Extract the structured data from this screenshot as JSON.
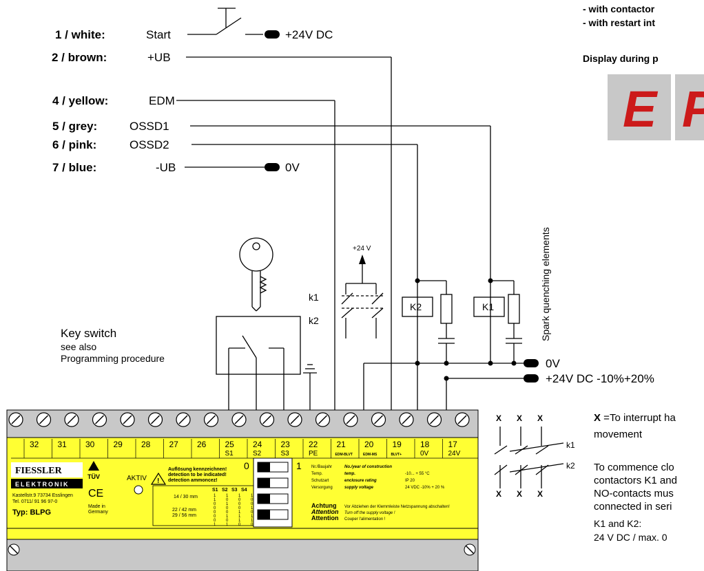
{
  "wires": [
    {
      "num": "1 / white",
      "sep": ":",
      "signal": "Start"
    },
    {
      "num": "2 / brown",
      "sep": ":",
      "signal": "+UB"
    },
    {
      "num": "4 / yellow",
      "sep": ":",
      "signal": "EDM"
    },
    {
      "num": "5 / grey",
      "sep": ":",
      "signal": "OSSD1"
    },
    {
      "num": "6 / pink",
      "sep": ":",
      "signal": "OSSD2"
    },
    {
      "num": "7 / blue",
      "sep": ":",
      "signal": "-UB"
    }
  ],
  "supply": {
    "start_24v": "+24V DC",
    "blue_0v": "0V",
    "right_0v": "0V",
    "right_24v": "+24V DC -10%+20%",
    "plus24v": "+24 V"
  },
  "top_right": {
    "line1": "- with contactor",
    "line2": "- with restart int",
    "display_label": "Display during p",
    "seg1": "E",
    "seg2": "P"
  },
  "components": {
    "spark": "Spark quenching elements",
    "k1": "K1",
    "k2": "K2",
    "k1_small": "k1",
    "k2_small": "k2",
    "key_switch": "Key switch",
    "see_also": "see also",
    "programming": "Programming procedure"
  },
  "terminals": [
    {
      "num": "32",
      "sub": ""
    },
    {
      "num": "31",
      "sub": ""
    },
    {
      "num": "30",
      "sub": ""
    },
    {
      "num": "29",
      "sub": ""
    },
    {
      "num": "28",
      "sub": ""
    },
    {
      "num": "27",
      "sub": ""
    },
    {
      "num": "26",
      "sub": ""
    },
    {
      "num": "25",
      "sub": "S1"
    },
    {
      "num": "24",
      "sub": "S2"
    },
    {
      "num": "23",
      "sub": "S3"
    },
    {
      "num": "22",
      "sub": "PE"
    },
    {
      "num": "21",
      "sub": "EDM-BLVT"
    },
    {
      "num": "20",
      "sub": "EDM-MS"
    },
    {
      "num": "19",
      "sub": "BLVT+"
    },
    {
      "num": "18",
      "sub": "0V"
    },
    {
      "num": "17",
      "sub": "24V"
    }
  ],
  "panel": {
    "brand": "FIESSLER",
    "brand2": "ELEKTRONIK",
    "tuv": "TÜV",
    "ce": "CE",
    "address1": "Kastellstr.9   73734 Esslingen",
    "address2": "Tel. 0711/ 91 96 97-0",
    "made_in": "Made in",
    "germany": "Germany",
    "type": "Typ: BLPG",
    "aktiv": "AKTIV",
    "warn1": "Auflösung kennzeichnen!",
    "warn2": "detection to be indicated!",
    "warn3": "detection ammoncez!",
    "res1": "14 / 30 mm",
    "res2": "22 / 42 mm",
    "res3": "29 / 56 mm",
    "s_heads": [
      "S1",
      "S2",
      "S3",
      "S4"
    ],
    "s_rows": [
      "1 1 1 1",
      "1 0 0 0",
      "0 1 0 0",
      "0 0 0 1",
      "0 0 1 0",
      "0 1 1 1",
      "0 0 1 1",
      "1 1 0 0"
    ],
    "dip0": "0",
    "dip1": "1",
    "nr": "Nr./Baujahr",
    "nr_en": "No./year of construction",
    "temp": "Temp.",
    "temp_en": "temp.",
    "temp_val": "-10... + 55 °C",
    "schutz": "Schutzart",
    "schutz_en": "enclosure rating",
    "schutz_val": "IP 20",
    "vers": "Versorgung",
    "vers_en": "supply voltage",
    "vers_val": "24 VDC  -10% +  20 %",
    "achtung": "Achtung",
    "achtung_txt": "Vor Abziehen der Klemmleiste Netzspannung abschalten!",
    "attention": "Attention",
    "attention_txt": "Turn off the supply voltage !",
    "attention2": "Attention",
    "attention2_txt": "Couper l'alimentation !"
  },
  "right_text": {
    "x_label": "X",
    "x_desc": " =To interrupt ha",
    "movement": "movement",
    "k1": "k1",
    "k2": "k2",
    "p1": "To commence clo",
    "p2": "contactors K1 and",
    "p3": "NO-contacts mus",
    "p4": "connected in seri",
    "p5": "K1 and K2:",
    "p6": "24 V DC / max. 0"
  }
}
